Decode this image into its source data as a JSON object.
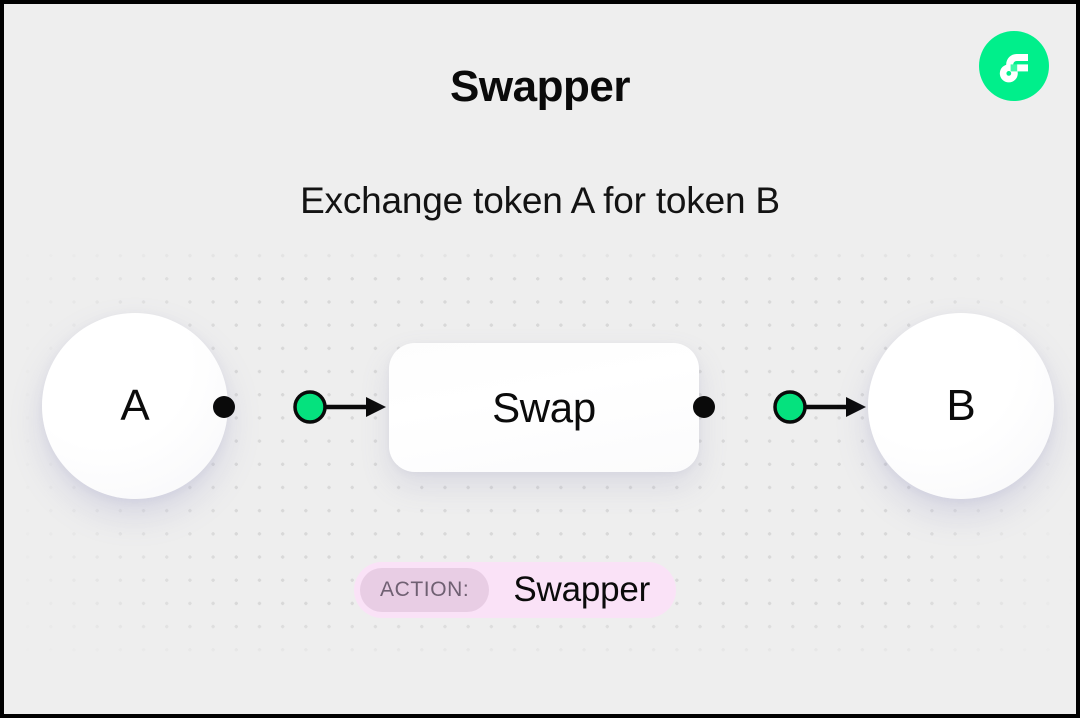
{
  "header": {
    "title": "Swapper",
    "subtitle": "Exchange token A for token B",
    "logo_icon": "flow-logo-icon",
    "logo_color": "#00ef8b"
  },
  "flow": {
    "source_node": {
      "label": "A",
      "icon": "token-circle-icon"
    },
    "action_node": {
      "label": "Swap"
    },
    "target_node": {
      "label": "B",
      "icon": "token-circle-icon"
    },
    "connectors": [
      {
        "name": "a-to-swap",
        "start_dot_color": "#0a0a0a",
        "mid_dot_color": "#05e27e",
        "line_color": "#0a0a0a",
        "arrow": "arrow-right-icon"
      },
      {
        "name": "swap-to-b",
        "start_dot_color": "#0a0a0a",
        "mid_dot_color": "#05e27e",
        "line_color": "#0a0a0a",
        "arrow": "arrow-right-icon"
      }
    ]
  },
  "action_badge": {
    "key": "ACTION:",
    "value": "Swapper",
    "pill_color": "#fae2f7",
    "key_pill_color": "#e8cde4",
    "key_text_color": "#6f6072"
  },
  "theme": {
    "background": "#eeeeee",
    "accent_green": "#00ef8b",
    "text_primary": "#0a0a0a",
    "dot_grid_color": "#d8d8d8"
  }
}
